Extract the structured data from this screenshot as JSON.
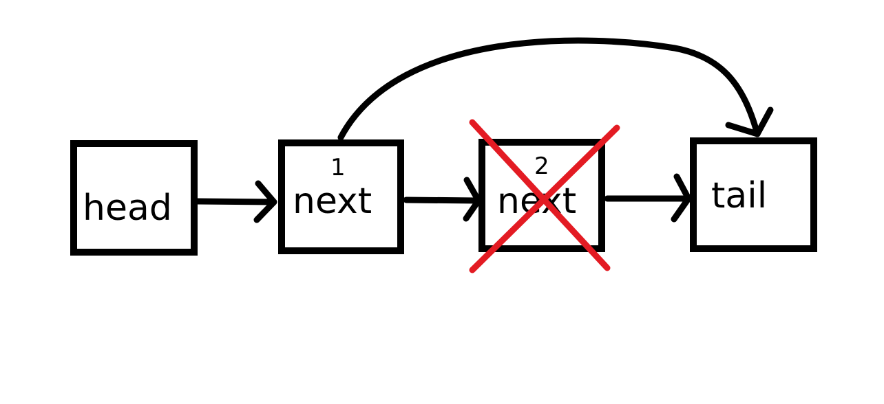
{
  "diagram": {
    "nodes": [
      {
        "label": "head",
        "index": ""
      },
      {
        "label": "next",
        "index": "1"
      },
      {
        "label": "next",
        "index": "2",
        "removed": true
      },
      {
        "label": "tail",
        "index": ""
      }
    ],
    "colors": {
      "ink": "#000000",
      "cross": "#E31B23",
      "background": "#FFFFFF"
    }
  }
}
